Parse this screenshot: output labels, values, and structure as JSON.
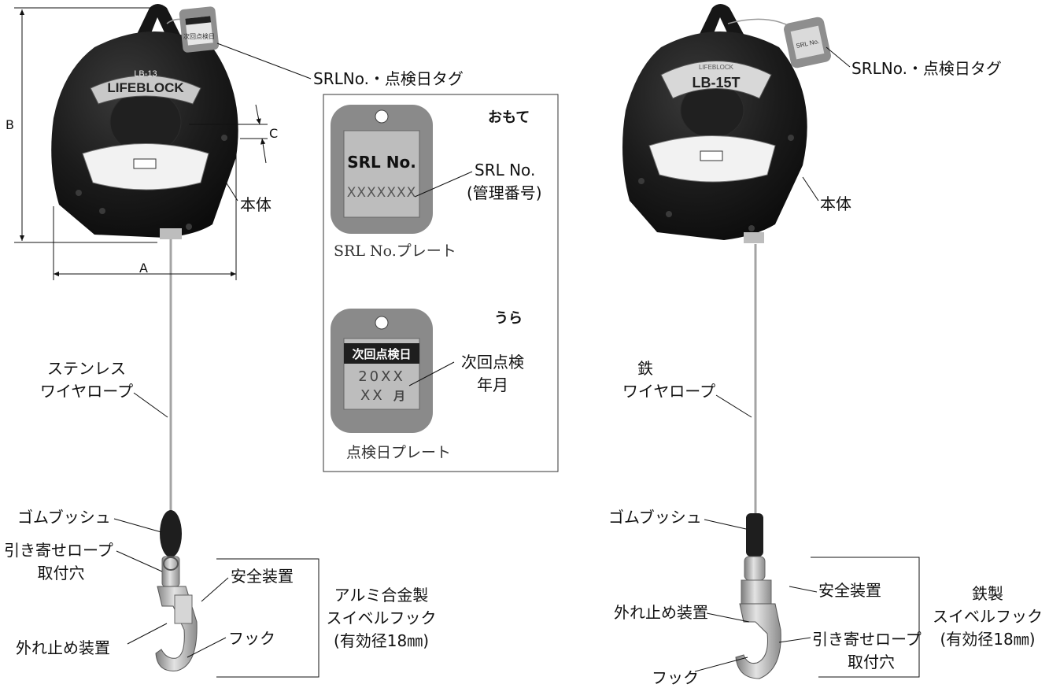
{
  "left_unit": {
    "logo_text": "LIFEBLOCK",
    "model_text": "LB-13",
    "tag_text": "次回点検日",
    "dim_a": "A",
    "dim_b": "B",
    "dim_c": "C",
    "tag_label": "SRLNo.・点検日タグ",
    "body_label": "本体",
    "rope_label_1": "ステンレス",
    "rope_label_2": "ワイヤロープ",
    "bush_label": "ゴムブッシュ",
    "hole_label_1": "引き寄せロープ",
    "hole_label_2": "取付穴",
    "safety_label": "安全装置",
    "latch_label": "外れ止め装置",
    "hook_label": "フック",
    "hook_type_1": "アルミ合金製",
    "hook_type_2": "スイベルフック",
    "hook_type_3": "(有効径18㎜)"
  },
  "plates": {
    "front_title": "おもて",
    "front_plate_title": "SRL No.",
    "front_plate_value": "XXXXXXX",
    "front_label_1": "SRL No.",
    "front_label_2": "(管理番号)",
    "front_caption": "SRL No.プレート",
    "back_title": "うら",
    "back_plate_title": "次回点検日",
    "back_plate_year": "20XX",
    "back_plate_month_num": "XX",
    "back_plate_month_unit": "月",
    "back_label_1": "次回点検",
    "back_label_2": "年月",
    "back_caption": "点検日プレート"
  },
  "right_unit": {
    "logo_text": "LIFEBLOCK",
    "model_text": "LB-15T",
    "tag_text": "SRL No.",
    "tag_label": "SRLNo.・点検日タグ",
    "body_label": "本体",
    "rope_label_1": "鉄",
    "rope_label_2": "ワイヤロープ",
    "bush_label": "ゴムブッシュ",
    "safety_label": "安全装置",
    "latch_label": "外れ止め装置",
    "hole_label_1": "引き寄せロープ",
    "hole_label_2": "取付穴",
    "hook_label": "フック",
    "hook_type_1": "鉄製",
    "hook_type_2": "スイベルフック",
    "hook_type_3": "(有効径18㎜)"
  },
  "colors": {
    "body": "#161616",
    "plate_outer": "#8a8a8a",
    "plate_inner": "#bdbdbd",
    "metal": "#b9b9b9"
  }
}
